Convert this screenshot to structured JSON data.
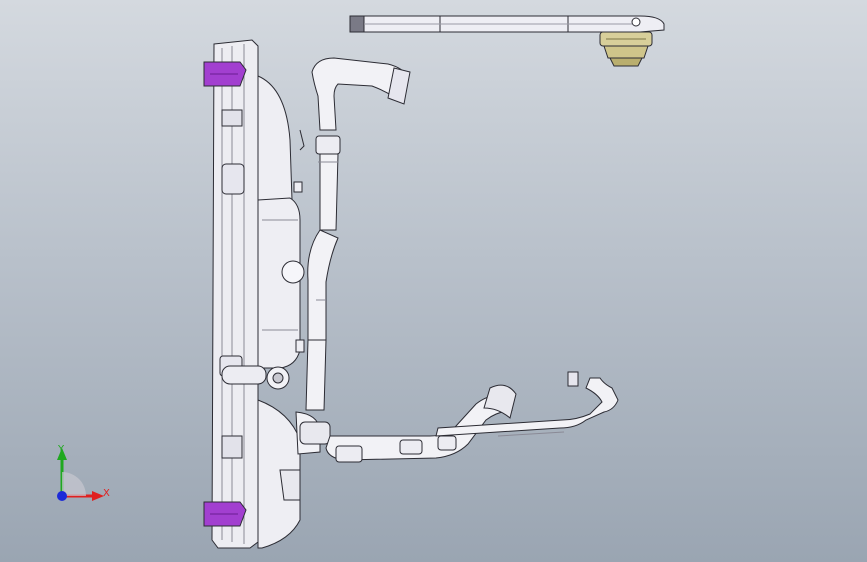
{
  "viewport": {
    "name": "cad-3d-viewport",
    "background_top": "#d4d9df",
    "background_bottom": "#9aa5b2"
  },
  "model": {
    "part_color": "#f2f2f6",
    "edge_color": "#2c2c34",
    "clip_color": "#a23fd0",
    "cap_color": "#d8cf9a"
  },
  "triad": {
    "x_label": "X",
    "y_label": "Y",
    "x_color": "#e02020",
    "y_color": "#1fa81f",
    "z_color": "#1c2ad8"
  }
}
